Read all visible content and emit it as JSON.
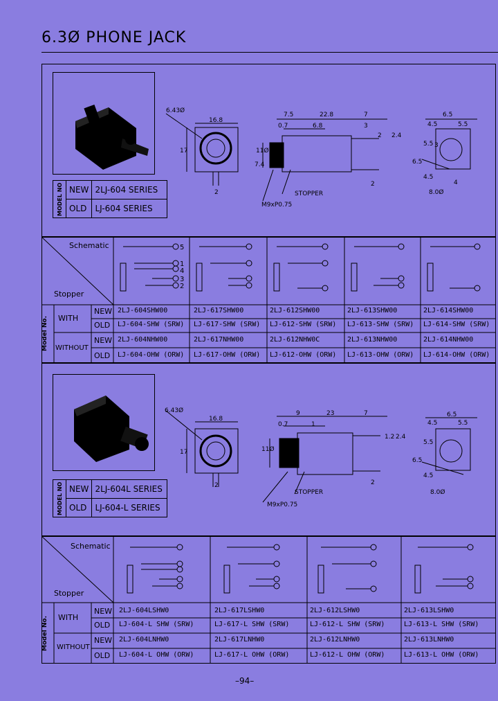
{
  "title": "6.3Ø  PHONE  JACK",
  "page_number": "–94–",
  "series1": {
    "label_model_no": "MODEL NO",
    "rows": [
      {
        "tag": "NEW",
        "name": "2LJ-604 SERIES"
      },
      {
        "tag": "OLD",
        "name": "LJ-604   SERIES"
      }
    ],
    "dims": [
      "6.43Ø",
      "16.8",
      "17",
      "2",
      "7.5",
      "22.8",
      "7",
      "0.7",
      "6.8",
      "3",
      "2",
      "2.4",
      "11Ø",
      "7.4",
      "2",
      "STOPPER",
      "M9xP0.75",
      "6.5",
      "4.5",
      "5.5",
      "5.5",
      "3",
      "6.5",
      "4.5",
      "4",
      "8.0Ø"
    ]
  },
  "table1": {
    "schematic": "Schematic",
    "stopper": "Stopper",
    "model_no": "Model No.",
    "with": "WITH",
    "without": "WITHOUT",
    "new": "NEW",
    "old": "OLD",
    "old2": "OLD",
    "pins": [
      "5",
      "1",
      "4",
      "3",
      "2"
    ],
    "cols": [
      {
        "with_new": "2LJ-604SHW00",
        "with_old": "LJ-604-SHW (SRW)",
        "without_new": "2LJ-604NHW00",
        "without_old": "LJ-604-OHW (ORW)"
      },
      {
        "with_new": "2LJ-617SHW00",
        "with_old": "LJ-617-SHW (SRW)",
        "without_new": "2LJ-617NHW00",
        "without_old": "LJ-617-OHW (ORW)"
      },
      {
        "with_new": "2LJ-612SHW00",
        "with_old": "LJ-612-SHW (SRW)",
        "without_new": "2LJ-612NHW0C",
        "without_old": "LJ-612-OHW (ORW)"
      },
      {
        "with_new": "2LJ-613SHW00",
        "with_old": "LJ-613-SHW (SRW)",
        "without_new": "2LJ-613NHW00",
        "without_old": "LJ-613-OHW (ORW)"
      },
      {
        "with_new": "2LJ-614SHW00",
        "with_old": "LJ-614-SHW (SRW)",
        "without_new": "2LJ-614NHW00",
        "without_old": "LJ-614-OHW (ORW)"
      }
    ]
  },
  "series2": {
    "label_model_no": "MODEL NO",
    "rows": [
      {
        "tag": "NEW",
        "name": "2LJ-604L SERIES"
      },
      {
        "tag": "OLD",
        "name": "LJ-604-L   SERIES"
      }
    ],
    "dims": [
      "6.43Ø",
      "16.8",
      "17",
      "2",
      "9",
      "23",
      "7",
      "0.7",
      "1",
      "1.2",
      "2.4",
      "11Ø",
      "2",
      "STOPPER",
      "M9xP0.75",
      "6.5",
      "4.5",
      "5.5",
      "5.5",
      "6.5",
      "4.5",
      "8.0Ø"
    ]
  },
  "table2": {
    "schematic": "Schematic",
    "stopper": "Stopper",
    "model_no": "Model No.",
    "with": "WITH",
    "without": "WITHOUT",
    "new": "NEW",
    "old": "OLD",
    "cols": [
      {
        "with_new": "2LJ-604LSHW0",
        "with_old": "LJ-604-L SHW (SRW)",
        "without_new": "2LJ-604LNHW0",
        "without_old": "LJ-604-L OHW (ORW)"
      },
      {
        "with_new": "2LJ-617LSHW0",
        "with_old": "LJ-617-L SHW (SRW)",
        "without_new": "2LJ-617LNHW0",
        "without_old": "LJ-617-L OHW (ORW)"
      },
      {
        "with_new": "2LJ-612LSHW0",
        "with_old": "LJ-612-L SHW (SRW)",
        "without_new": "2LJ-612LNHW0",
        "without_old": "LJ-612-L OHW (ORW)"
      },
      {
        "with_new": "2LJ-613LSHW0",
        "with_old": "LJ-613-L SHW (SRW)",
        "without_new": "2LJ-613LNHW0",
        "without_old": "LJ-613-L OHW (ORW)"
      }
    ]
  }
}
